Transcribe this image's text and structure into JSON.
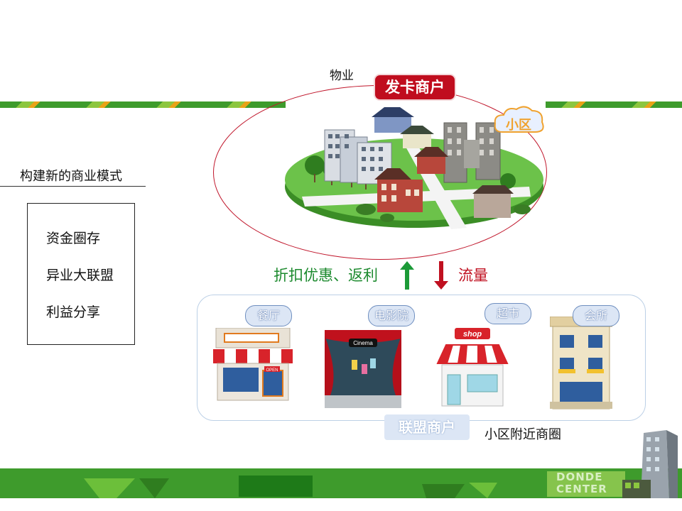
{
  "left": {
    "title": "构建新的商业模式",
    "items": [
      "资金圈存",
      "异业大联盟",
      "利益分享"
    ]
  },
  "top": {
    "property_label": "物业",
    "issuer_badge": "发卡商户",
    "community_label": "小区"
  },
  "flow": {
    "down_label": "折扣优惠、返利",
    "up_label": "流量"
  },
  "shops": [
    {
      "label": "餐厅",
      "sign": "OPEN"
    },
    {
      "label": "电影院",
      "sign": "Cinema"
    },
    {
      "label": "超市",
      "sign": "shop"
    },
    {
      "label": "会所",
      "sign": ""
    }
  ],
  "alliance_badge": "联盟商户",
  "nearby_label": "小区附近商圈",
  "corner_logo": "DONDE CENTER",
  "colors": {
    "green": "#3e9b2c",
    "red": "#c00d1e",
    "bubble_fill": "#dce6f5",
    "bubble_border": "#6f8fc0"
  }
}
